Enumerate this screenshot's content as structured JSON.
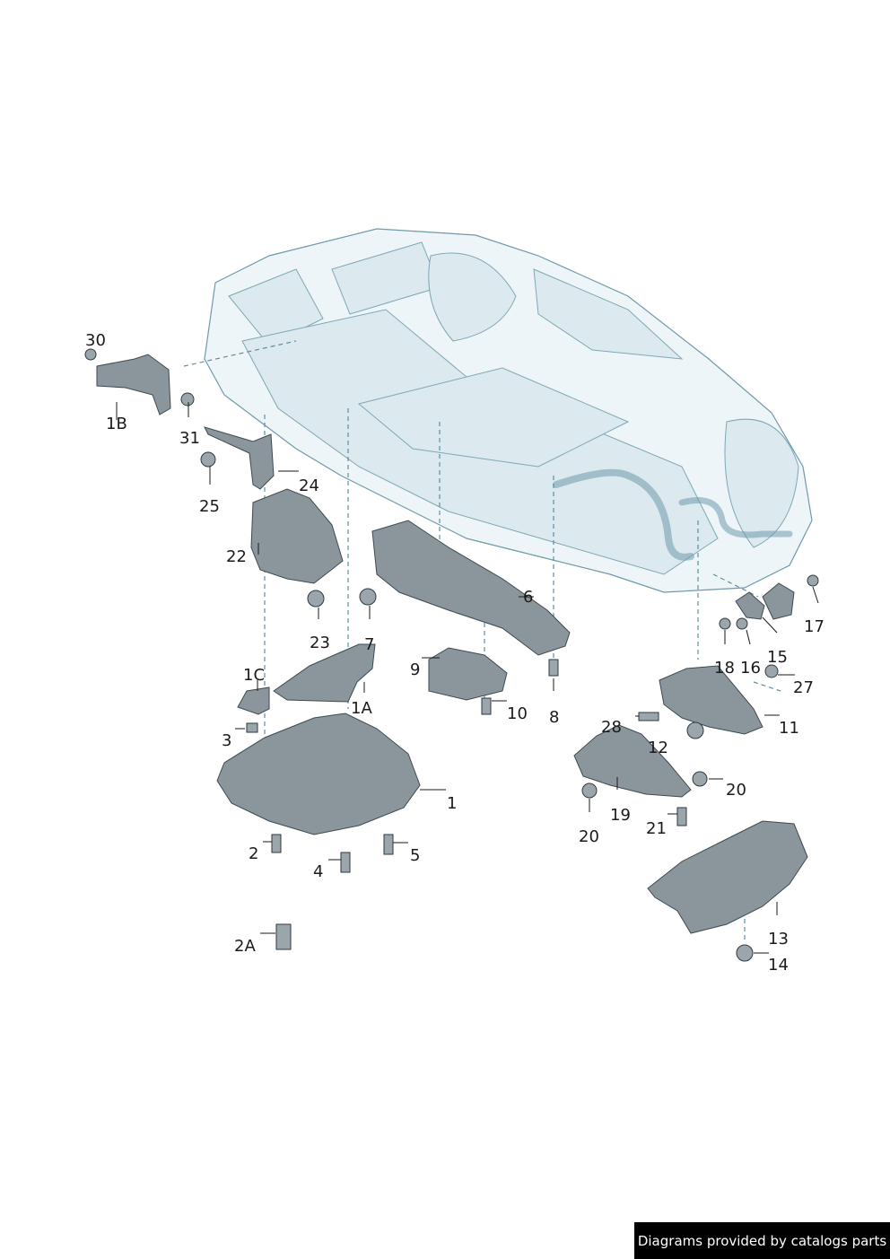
{
  "callouts": {
    "c1": "1",
    "c1A": "1A",
    "c1B": "1B",
    "c1C": "1C",
    "c2": "2",
    "c2A": "2A",
    "c3": "3",
    "c4": "4",
    "c5": "5",
    "c6": "6",
    "c7": "7",
    "c8": "8",
    "c9": "9",
    "c10": "10",
    "c11": "11",
    "c12": "12",
    "c13": "13",
    "c14": "14",
    "c15": "15",
    "c16": "16",
    "c17": "17",
    "c18": "18",
    "c19": "19",
    "c20a": "20",
    "c20b": "20",
    "c21": "21",
    "c22": "22",
    "c23": "23",
    "c24": "24",
    "c25": "25",
    "c27": "27",
    "c28": "28",
    "c30": "30",
    "c31": "31"
  },
  "footer": {
    "credit": "Diagrams provided by catalogs parts"
  },
  "colors": {
    "line": "#6f9aab",
    "shield": "#8b969c",
    "text": "#1a1a1a",
    "banner": "#000000"
  }
}
